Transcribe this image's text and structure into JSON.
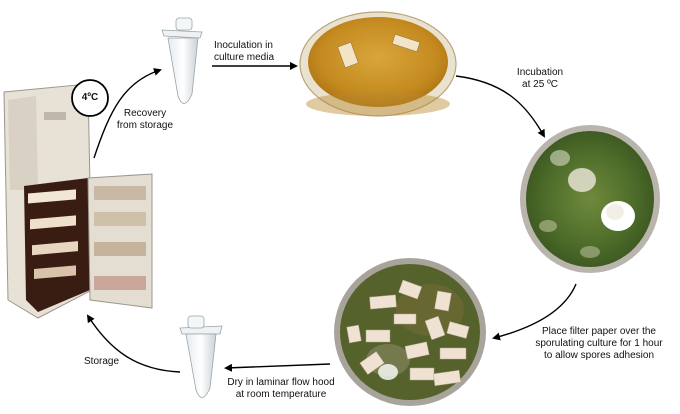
{
  "temperature_badge": "4ºC",
  "steps": {
    "recovery": [
      "Recovery",
      "from storage"
    ],
    "inoculation": [
      "Inoculation in",
      "culture media"
    ],
    "incubation": [
      "Incubation",
      "at 25 ºC"
    ],
    "filter": [
      "Place filter paper over the",
      "sporulating culture for 1 hour",
      "to allow spores adhesion"
    ],
    "dry": [
      "Dry in laminar flow hood",
      "at room temperature"
    ],
    "storage": "Storage"
  },
  "illustrations": {
    "refrigerator": "refrigerator-photo",
    "tube_top": "microcentrifuge-tube",
    "agar_plate": "agar-petri-dish-with-paper-strips",
    "sporulating_culture": "green-fungal-culture-plate",
    "filter_culture": "culture-plate-with-filter-paper-strips",
    "tube_bottom": "microcentrifuge-tube"
  }
}
